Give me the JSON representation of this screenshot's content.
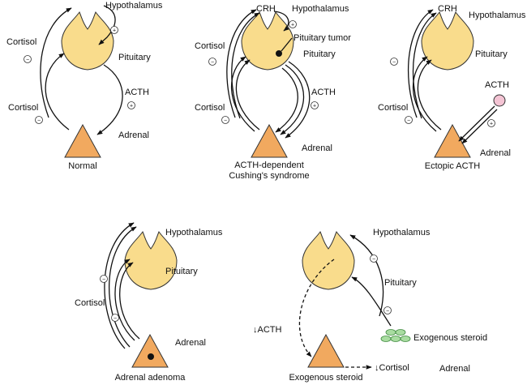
{
  "colors": {
    "pituitary": "#f9dc8c",
    "adrenal": "#f1a95f",
    "ectopic_source": "#f4c4d4",
    "exogenous_steroid": "#a8dca0",
    "line": "#111111"
  },
  "panels": [
    {
      "caption": "Normal",
      "labels": {
        "hypothalamus": "Hypothalamus",
        "pituitary": "Pituitary",
        "cortisol_top": "Cortisol",
        "cortisol_bottom": "Cortisol",
        "acth": "ACTH",
        "adrenal": "Adrenal"
      },
      "signs": {
        "hypothalamus_arrow": "+",
        "cortisol_top": "−",
        "cortisol_bottom": "−",
        "acth": "+"
      }
    },
    {
      "caption_line1": "ACTH-dependent",
      "caption_line2": "Cushing's syndrome",
      "labels": {
        "crh": "CRH",
        "hypothalamus": "Hypothalamus",
        "tumor": "Pituitary tumor",
        "pituitary": "Pituitary",
        "cortisol_top": "Cortisol",
        "cortisol_bottom": "Cortisol",
        "acth": "ACTH",
        "adrenal": "Adrenal"
      },
      "signs": {
        "crh": "+",
        "cortisol_top": "−",
        "cortisol_bottom": "−",
        "acth": "+"
      }
    },
    {
      "caption": "Ectopic ACTH",
      "labels": {
        "crh": "CRH",
        "hypothalamus": "Hypothalamus",
        "pituitary": "Pituitary",
        "cortisol_top": "Cortisol",
        "cortisol_bottom": "Cortisol",
        "acth": "ACTH",
        "adrenal": "Adrenal"
      },
      "signs": {
        "cortisol_top": "−",
        "cortisol_bottom": "−",
        "acth": "+"
      }
    },
    {
      "caption": "Adrenal adenoma",
      "labels": {
        "hypothalamus": "Hypothalamus",
        "pituitary": "Pituitary",
        "cortisol": "Cortisol",
        "adrenal": "Adrenal"
      },
      "signs": {
        "top": "−",
        "bottom": "−"
      }
    },
    {
      "caption": "Exogenous steroid",
      "labels": {
        "hypothalamus": "Hypothalamus",
        "pituitary": "Pituitary",
        "acth_down": "↓ACTH",
        "exogenous_steroid": "Exogenous steroid",
        "cortisol_down": "↓Cortisol",
        "adrenal": "Adrenal"
      },
      "signs": {
        "hypothalamus": "−",
        "pituitary": "−"
      }
    }
  ]
}
